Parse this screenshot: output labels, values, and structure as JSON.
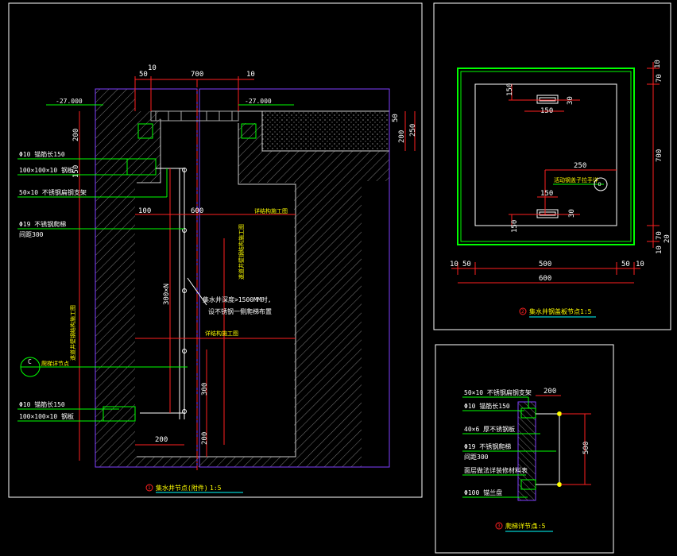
{
  "main": {
    "title": "集水井节点(附件)",
    "scale": "1:5",
    "marker_num": "1",
    "level_left": "-27.000",
    "level_right": "-27.000",
    "top_dims": [
      "50",
      "10",
      "700",
      "10"
    ],
    "dim_600": "600",
    "dim_100": "100",
    "right_dims": [
      "50",
      "200",
      "250"
    ],
    "left_dims": [
      "200",
      "150"
    ],
    "bottom_dims": [
      "300",
      "200",
      "200"
    ],
    "dim_300n": "300×N",
    "labels": {
      "anchor1": "Φ10 锚筋长150",
      "plate1": "100×100×10 钢板",
      "flat_bar": "50×10 不锈钢扁钢支架",
      "ladder": "Φ19 不锈钢爬梯",
      "spacing": "间距300",
      "anchor2": "Φ10 锚筋长150",
      "plate2": "100×100×10 钢板"
    },
    "vertical_notes": {
      "left": "遂道井壁钢结构施工图",
      "center": "遂道井壁钢结构施工图"
    },
    "annot_top": "详结构施工图",
    "annot_mid": "详结构施工图",
    "ladder_note1": "集水井深度>1500MM时,",
    "ladder_note2": "设不锈钢一侧爬梯布置",
    "marker_c_label": "C",
    "marker_c_text": "爬梯详节点"
  },
  "plan": {
    "title": "集水井钢盖板节点",
    "scale": "1:5",
    "marker_num": "2",
    "dims_top": [
      "150",
      "30",
      "150"
    ],
    "dims_mid": [
      "250",
      "150"
    ],
    "dims_bot": [
      "150",
      "30"
    ],
    "right_dims": [
      "10",
      "70",
      "700",
      "70",
      "20",
      "10"
    ],
    "bottom_dims": [
      "10",
      "50",
      "500",
      "50",
      "10"
    ],
    "dim_600": "600",
    "note": "活动钢盖子拉手详",
    "marker_label": "D"
  },
  "ladder": {
    "title": "爬梯详节点",
    "scale": "1:5",
    "marker_num": "3",
    "dim_200": "200",
    "dim_500": "500",
    "labels": [
      "50×10 不锈钢扁钢支架",
      "Φ10 锚筋长150",
      "40×6 厚不锈钢板",
      "Φ19 不锈钢爬梯",
      "间距300",
      "面层做法详装修材料表",
      "Φ100 锚兰盘"
    ]
  },
  "colors": {
    "frame": "#ffffff",
    "wall": "#6a6a6a",
    "purple": "#7f40ff",
    "red": "#ff2020",
    "green": "#00ff00",
    "cyan": "#00ffff",
    "yellow": "#ffff00"
  }
}
